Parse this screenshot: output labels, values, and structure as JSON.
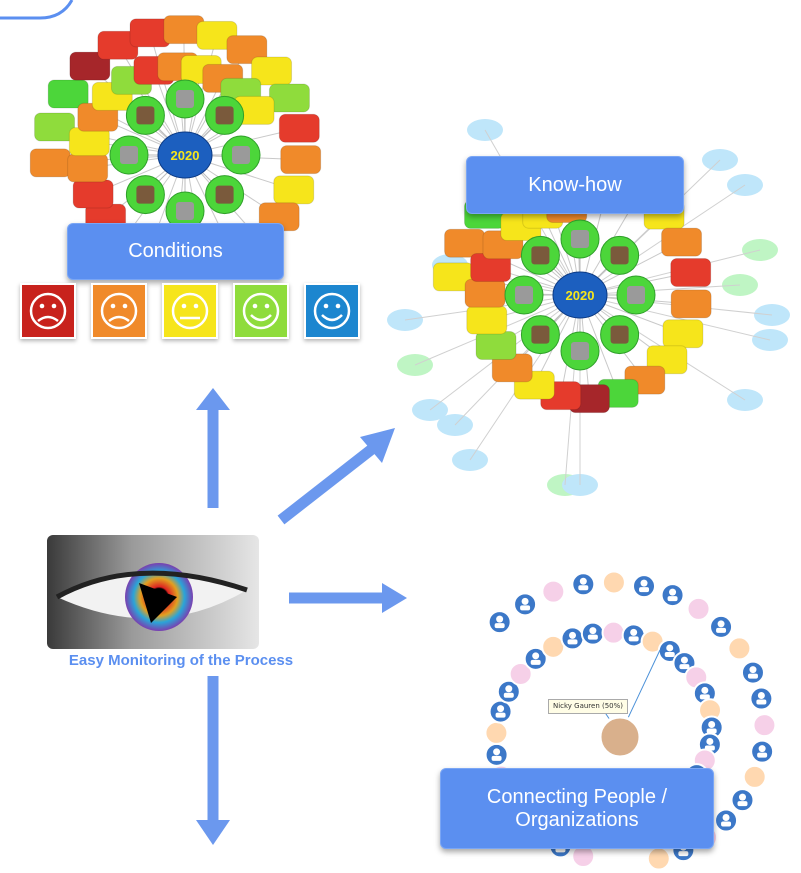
{
  "labels": {
    "conditions": "Conditions",
    "knowhow": "Know-how",
    "people": "Connecting People /\nOrganizations",
    "eye_caption": "Easy Monitoring of the Process",
    "tooltip": "Nicky Gauren (50%)",
    "year_badge": "2020"
  },
  "condition_scale": [
    {
      "level": "very-bad",
      "face": "sad",
      "color": "#c8221c"
    },
    {
      "level": "bad",
      "face": "sad",
      "color": "#f08a2a"
    },
    {
      "level": "neutral",
      "face": "neutral",
      "color": "#f6e51b"
    },
    {
      "level": "good",
      "face": "smile",
      "color": "#8fdc3c"
    },
    {
      "level": "very-good",
      "face": "smile",
      "color": "#1c86cf"
    }
  ],
  "colors": {
    "accent": "#5b8ff0",
    "arrow": "#6b98ee",
    "node_green": "#4cd63a",
    "cloud_blue": "#bfe6fa",
    "cloud_green": "#bff5c4"
  }
}
